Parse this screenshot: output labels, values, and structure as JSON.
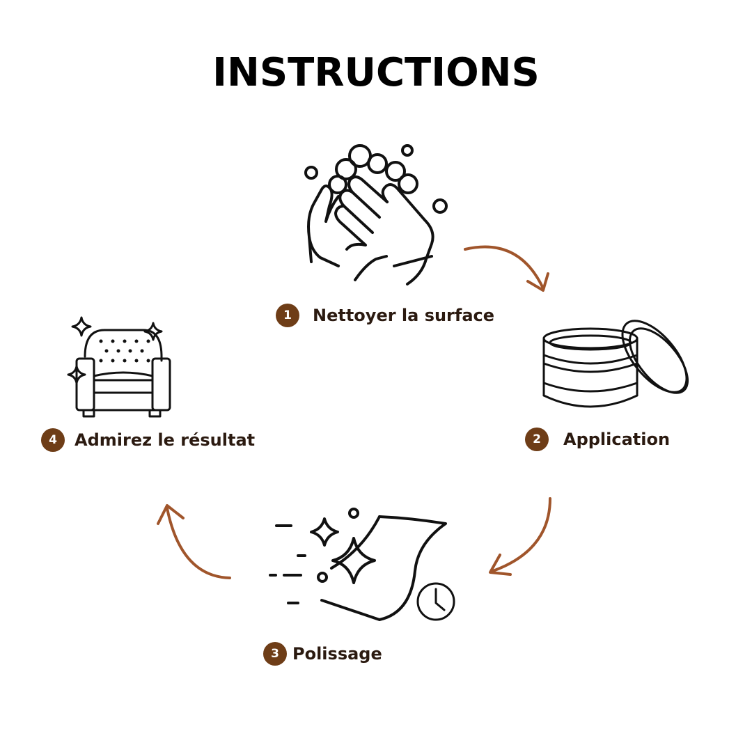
{
  "title": "INSTRUCTIONS",
  "accent_color": "#6e3d17",
  "arrow_color": "#a0552b",
  "steps": [
    {
      "number": "1",
      "label": "Nettoyer la surface",
      "icon": "washing-hands-icon"
    },
    {
      "number": "2",
      "label": "Application",
      "icon": "open-jar-icon"
    },
    {
      "number": "3",
      "label": "Polissage",
      "icon": "polishing-cloth-icon"
    },
    {
      "number": "4",
      "label": "Admirez le résultat",
      "icon": "sparkling-armchair-icon"
    }
  ]
}
